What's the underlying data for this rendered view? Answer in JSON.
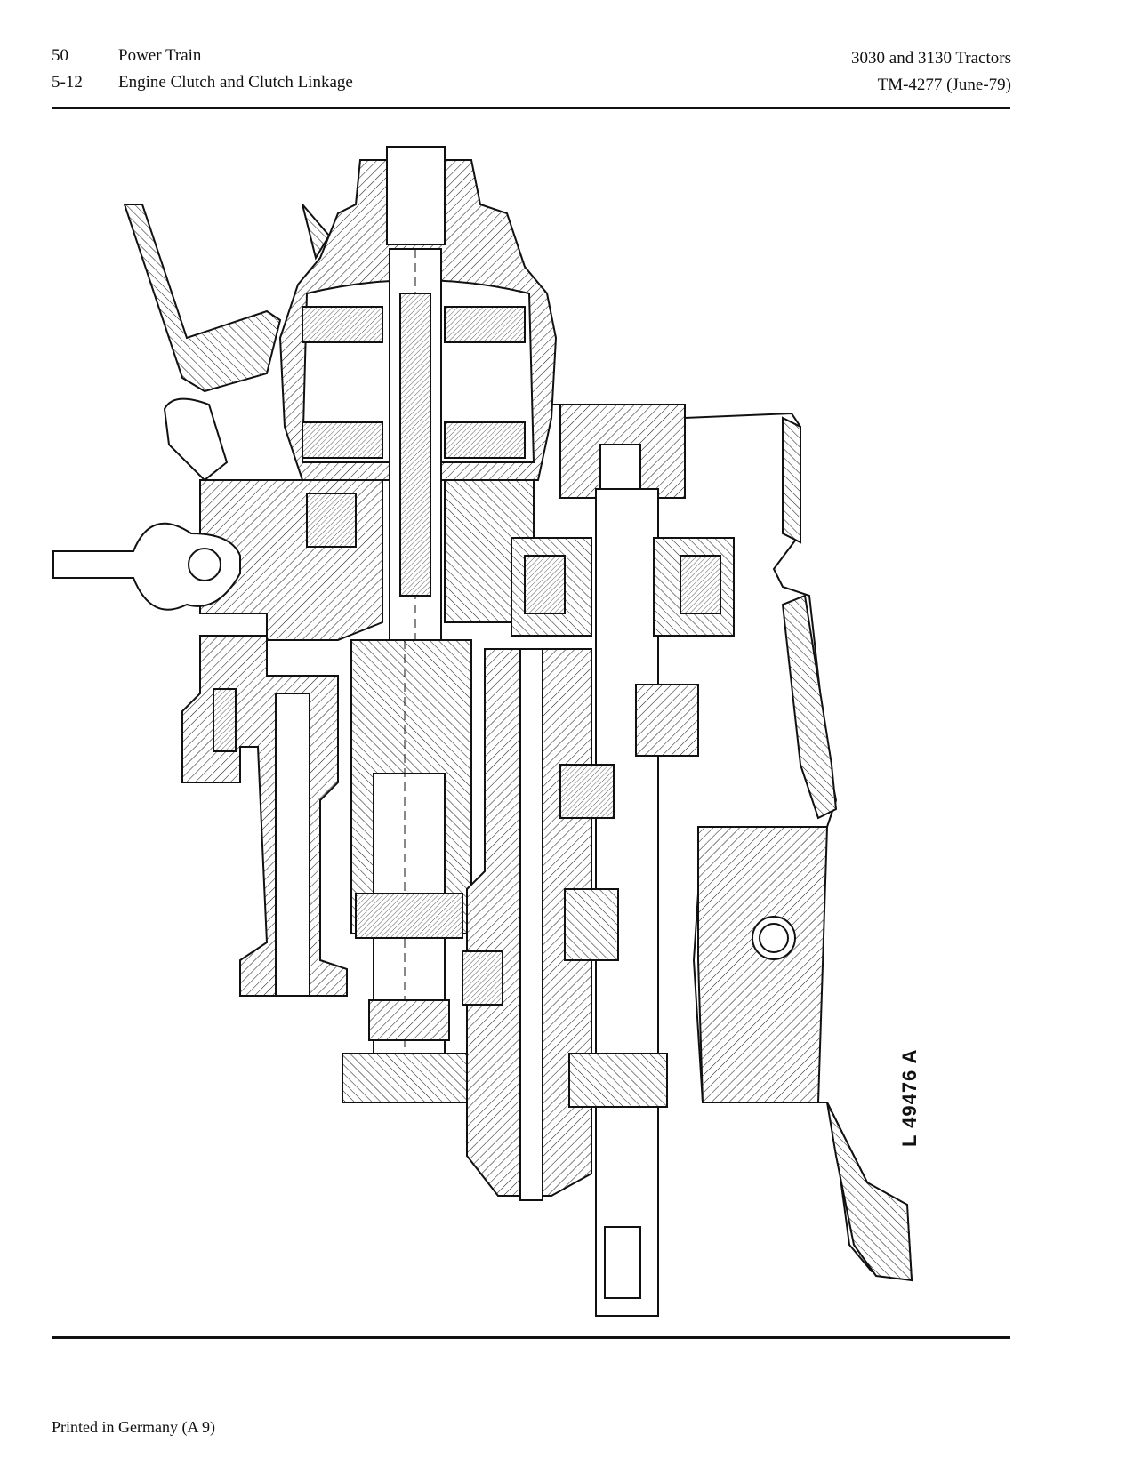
{
  "header": {
    "page_number": "50",
    "section": "Power Train",
    "subsection_number": "5-12",
    "subsection_title": "Engine Clutch and Clutch Linkage",
    "manual_title": "3030 and 3130 Tractors",
    "manual_code": "TM-4277 (June-79)"
  },
  "figure": {
    "label": "L 49476 A"
  },
  "footer": {
    "text": "Printed in Germany (A 9)"
  }
}
